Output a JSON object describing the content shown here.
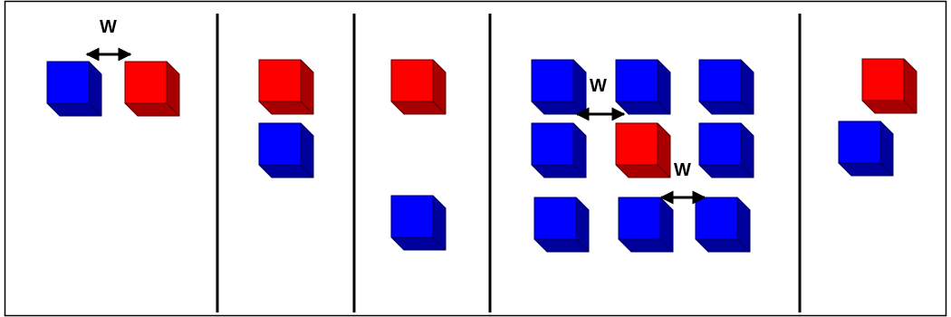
{
  "colors": {
    "blue": {
      "front": "#0000ff",
      "top": "#3a3aff",
      "side": "#00009c",
      "edge": "#000060"
    },
    "red": {
      "front": "#ff0000",
      "top": "#ff3a3a",
      "side": "#a80000",
      "edge": "#600000"
    },
    "divider": "#000000",
    "frame": "#000000"
  },
  "annotations": {
    "w1": "W",
    "w2": "W",
    "w3": "W"
  },
  "panels": [
    {
      "name": "panel-1",
      "cubes": [
        "blue",
        "red"
      ]
    },
    {
      "name": "panel-2",
      "cubes": [
        "red",
        "blue"
      ]
    },
    {
      "name": "panel-3",
      "cubes": [
        "red",
        "blue"
      ]
    },
    {
      "name": "panel-4",
      "cubes": [
        "blue",
        "blue",
        "blue",
        "blue",
        "red",
        "blue",
        "blue",
        "blue",
        "blue"
      ]
    },
    {
      "name": "panel-5",
      "cubes": [
        "red",
        "blue"
      ]
    }
  ]
}
